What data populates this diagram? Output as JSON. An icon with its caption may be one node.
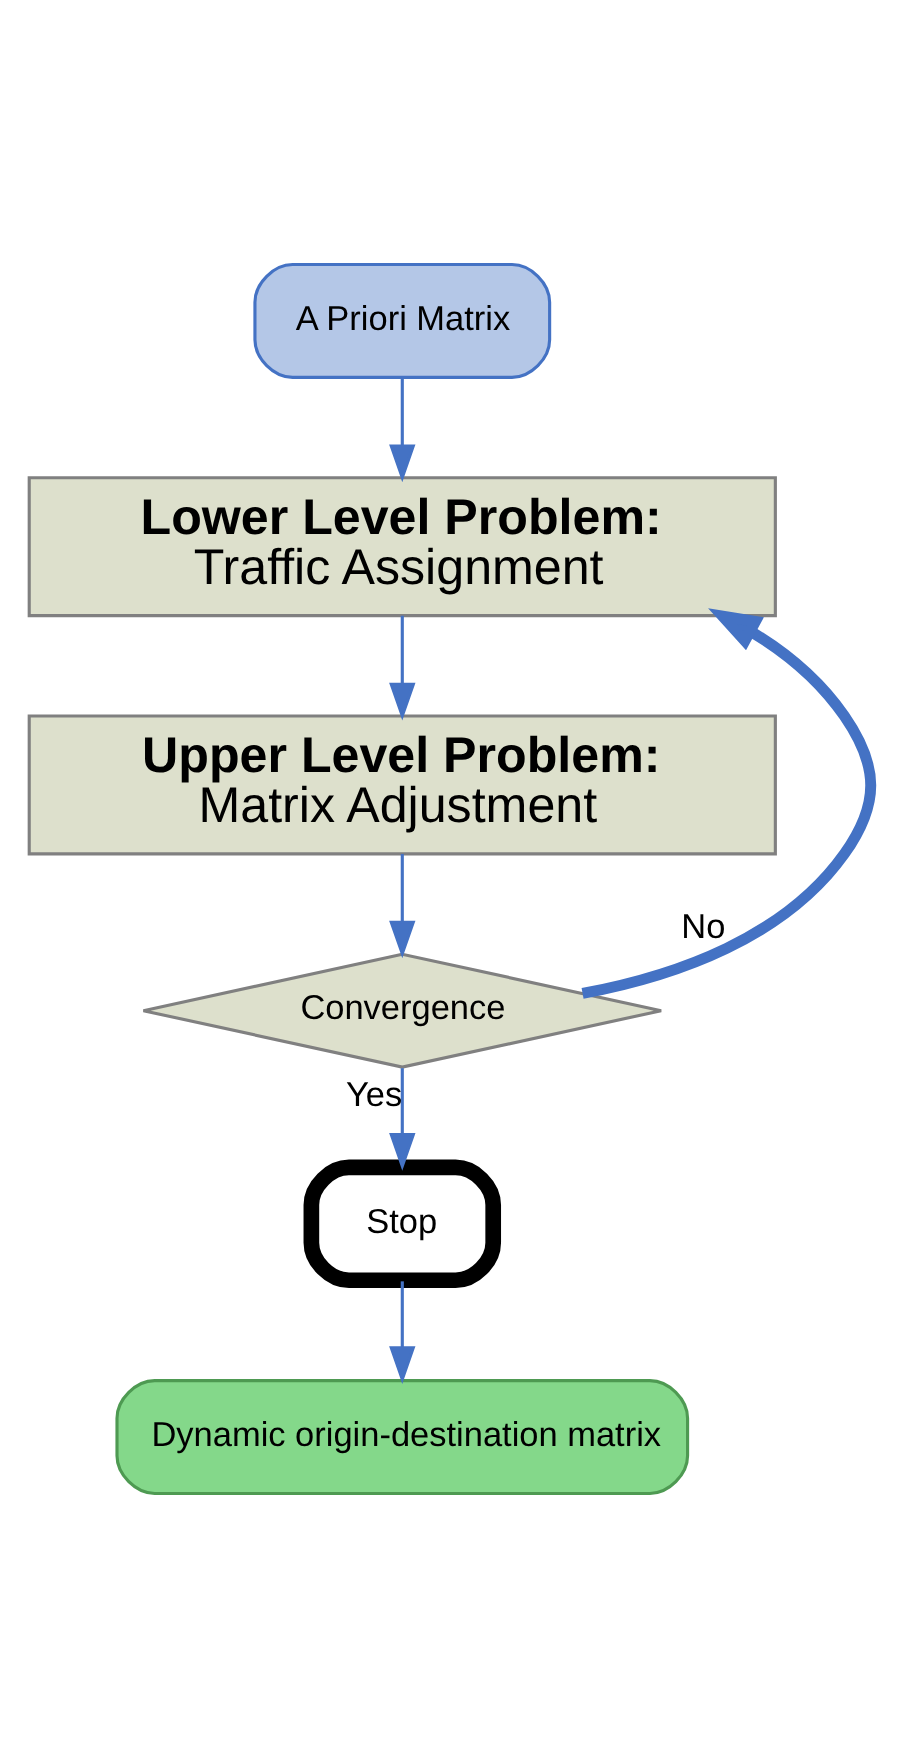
{
  "diagram": {
    "nodes": [
      {
        "text": [
          "A Priori Matrix"
        ]
      },
      {
        "text": [
          "Lower Level Problem:",
          "Traffic Assignment"
        ]
      },
      {
        "text": [
          "Upper Level Problem:",
          "Matrix Adjustment"
        ]
      },
      {
        "text": [
          "Convergence"
        ]
      },
      {
        "text": [
          "Stop"
        ]
      },
      {
        "text": [
          "Dynamic origin-destination matrix"
        ]
      }
    ],
    "edges": [
      {
        "from": 0,
        "to": 1,
        "arrow": "to"
      },
      {
        "from": 1,
        "to": 2,
        "arrow": "to"
      },
      {
        "from": 2,
        "to": 3,
        "arrow": "to"
      },
      {
        "from": 3,
        "to": 1,
        "arrow": "to",
        "label": "No",
        "style": "thick"
      },
      {
        "from": 3,
        "to": 4,
        "arrow": "to",
        "label": "Yes"
      },
      {
        "from": 4,
        "to": 5,
        "arrow": "to"
      }
    ]
  }
}
